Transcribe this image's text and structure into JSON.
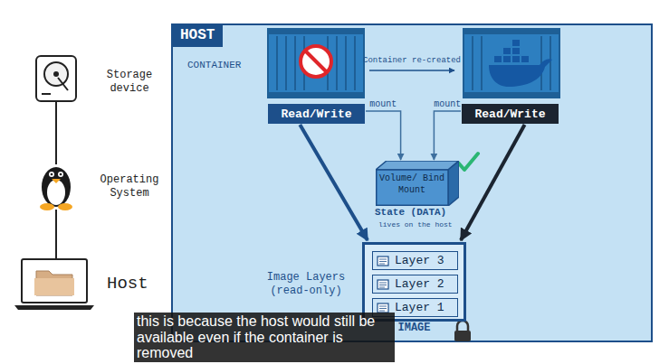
{
  "diagram": {
    "caption": "this is because the host would still be available even if the container is removed",
    "nodes": [
      {
        "text": [
          "HOST"
        ]
      },
      {
        "text": [
          "Read/Write"
        ],
        "in": 0
      },
      {
        "text": [
          "Read/Write"
        ],
        "in": 0
      },
      {
        "text": [
          "Volume/ Bind Mount"
        ],
        "in": 0
      },
      {
        "text": [
          "IMAGE"
        ],
        "in": 0
      },
      {
        "text": [
          "Layer 3"
        ],
        "in": 4
      },
      {
        "text": [
          "Layer 2"
        ],
        "in": 4
      },
      {
        "text": [
          "Layer 1"
        ],
        "in": 4
      }
    ],
    "edges": [
      {
        "from": 1,
        "to": 4,
        "arrow": "to"
      },
      {
        "from": 2,
        "to": 4,
        "arrow": "to"
      },
      {
        "from": 1,
        "to": 3,
        "label": "mount",
        "arrow": "to"
      },
      {
        "from": 2,
        "to": 3,
        "label": "mount",
        "arrow": "to"
      }
    ],
    "labels": [
      "CONTAINER",
      "Container re-created",
      "State (DATA)",
      "lives on the host",
      "Image Layers (read-only)",
      "Storage device",
      "Operating System",
      "Host"
    ]
  }
}
